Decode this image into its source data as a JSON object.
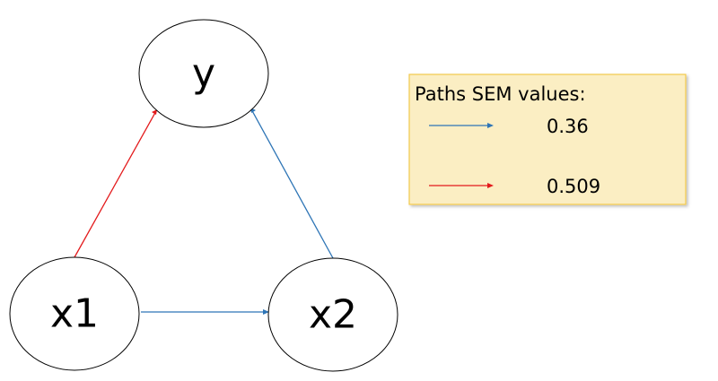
{
  "nodes": {
    "y": "y",
    "x1": "x1",
    "x2": "x2"
  },
  "legend": {
    "title": "Paths SEM values:",
    "entries": [
      {
        "value": "0.36",
        "color": "#2e75b6"
      },
      {
        "value": "0.509",
        "color": "#e31a1c"
      }
    ]
  },
  "paths": [
    {
      "from": "x1",
      "to": "y",
      "color": "#e31a1c"
    },
    {
      "from": "x2",
      "to": "y",
      "color": "#2e75b6"
    },
    {
      "from": "x1",
      "to": "x2",
      "color": "#2e75b6"
    }
  ],
  "colors": {
    "legend_fill": "#fbeec3",
    "legend_border": "#f2c94c",
    "node_stroke": "#000000"
  }
}
